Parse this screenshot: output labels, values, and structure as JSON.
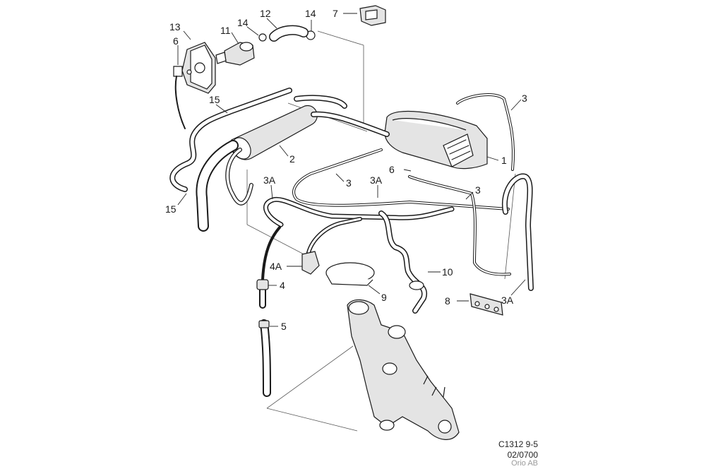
{
  "callouts": {
    "c1": "1",
    "c2": "2",
    "c3a": "3",
    "c3b": "3",
    "c3c": "3",
    "c3A_a": "3A",
    "c3A_b": "3A",
    "c3A_c": "3A",
    "c4": "4",
    "c4A": "4A",
    "c5": "5",
    "c6a": "6",
    "c6b": "6",
    "c7": "7",
    "c8": "8",
    "c9": "9",
    "c10": "10",
    "c11": "11",
    "c12": "12",
    "c13": "13",
    "c14a": "14",
    "c14b": "14",
    "c15a": "15",
    "c15b": "15"
  },
  "caption": {
    "code": "C1312 9-5",
    "date": "02/0700",
    "copyright": "Orio AB"
  }
}
